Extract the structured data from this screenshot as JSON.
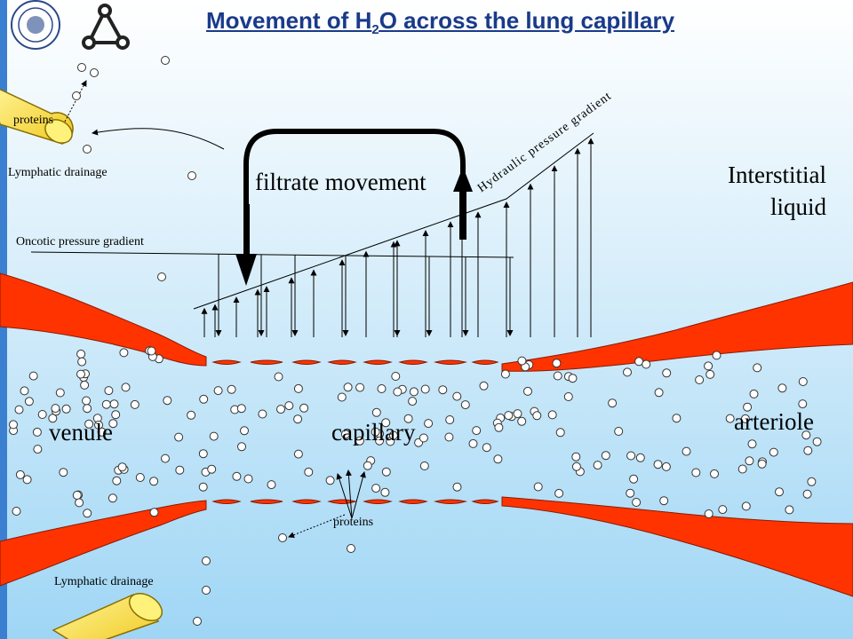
{
  "title": {
    "prefix": "Movement of H",
    "sub": "2",
    "suffix": "O across the lung capillary"
  },
  "labels": {
    "proteins_top": "proteins",
    "lymphatic_top": "Lymphatic drainage",
    "oncotic": "Oncotic pressure gradient",
    "filtrate": "filtrate movement",
    "hydraulic": "Hydraulic pressure gradient",
    "interstitial_1": "Interstitial",
    "interstitial_2": "liquid",
    "venule": "venule",
    "capillary": "capillary",
    "arteriole": "arteriole",
    "proteins_bottom": "proteins",
    "lymphatic_bottom": "Lymphatic drainage"
  },
  "colors": {
    "vessel": "#ff3300",
    "vessel_edge": "#8a1a00",
    "interstitium_top": "#ffffff",
    "interstitium_bottom": "#9fd6f5",
    "lymphatic": "#ffe14a",
    "title": "#1a3a8a"
  },
  "icons": [
    "university-seal-icon",
    "network-triangle-logo-icon"
  ]
}
